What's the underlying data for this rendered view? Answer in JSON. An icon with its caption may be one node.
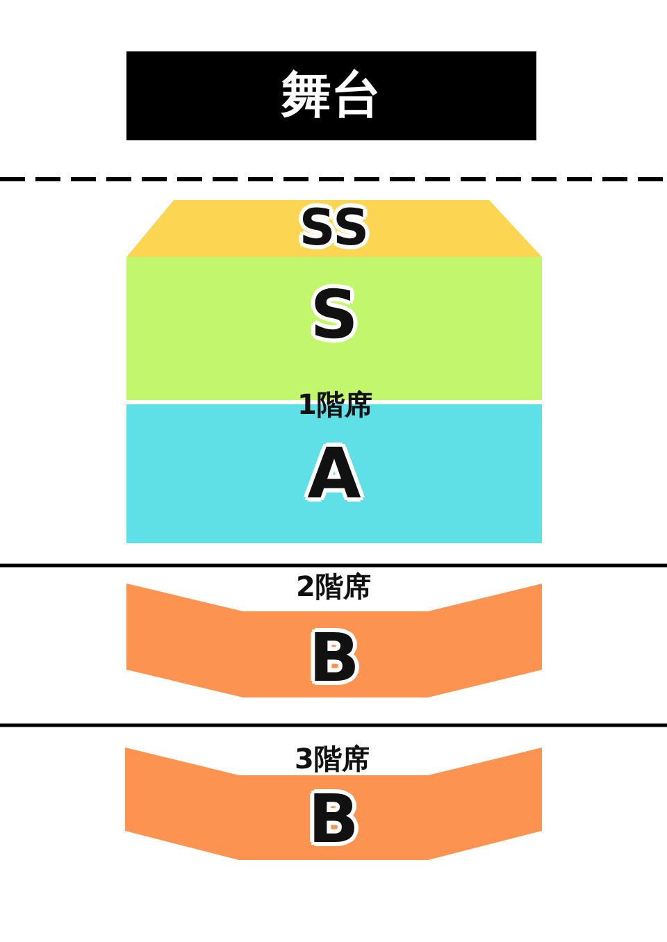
{
  "diagram": {
    "nodes": [
      {
        "text": [
          "舞台"
        ]
      },
      {
        "text": [
          "SS"
        ]
      },
      {
        "text": [
          "S"
        ]
      },
      {
        "text": [
          "A"
        ]
      },
      {
        "text": [
          "B"
        ]
      },
      {
        "text": [
          "B"
        ]
      }
    ],
    "labels": [
      "1階席",
      "2階席",
      "3階席"
    ]
  }
}
